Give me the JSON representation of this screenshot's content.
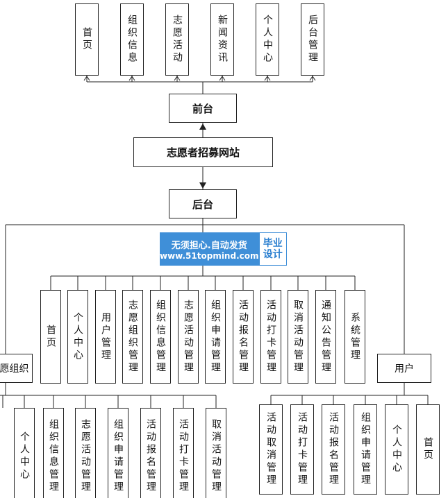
{
  "front_modules": [
    "首页",
    "组织信息",
    "志愿活动",
    "新闻资讯",
    "个人中心",
    "后台管理"
  ],
  "front_label": "前台",
  "site_label": "志愿者招募网站",
  "back_label": "后台",
  "admin_modules": [
    "首页",
    "个人中心",
    "用户管理",
    "志愿组织管理",
    "组织信息管理",
    "志愿活动管理",
    "组织申请管理",
    "活动报名管理",
    "活动打卡管理",
    "取消活动管理",
    "通知公告管理",
    "系统管理"
  ],
  "org_label": "志愿组织",
  "org_modules": [
    "个人中心",
    "组织信息管理",
    "志愿活动管理",
    "组织申请管理",
    "活动报名管理",
    "活动打卡管理",
    "取消活动管理"
  ],
  "user_label": "用户",
  "user_modules": [
    "活动取消管理",
    "活动打卡管理",
    "活动报名管理",
    "组织申请管理",
    "个人中心",
    "首页"
  ],
  "watermark": {
    "line1": "无须担心.自动发货",
    "line2": "www.51topmind.com",
    "badge": "毕业设计"
  }
}
